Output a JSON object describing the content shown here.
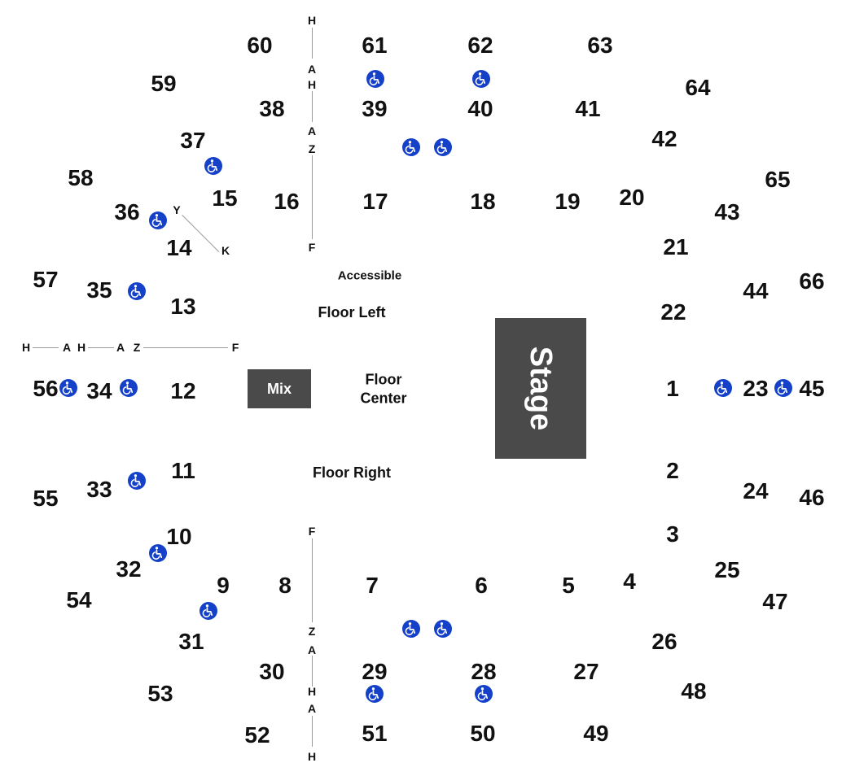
{
  "colors": {
    "stage_fill": "#4a4a4a",
    "mix_fill": "#4a4a4a",
    "accessible_icon": "#1540c8",
    "text": "#111111",
    "row_lines": "#9a9a9a"
  },
  "stage": {
    "label": "Stage"
  },
  "mix": {
    "label": "Mix"
  },
  "areas": {
    "accessible": "Accessible",
    "floor_left": "Floor Left",
    "floor_center": "Floor\nCenter",
    "floor_right": "Floor Right"
  },
  "sections": [
    "1",
    "2",
    "3",
    "4",
    "5",
    "6",
    "7",
    "8",
    "9",
    "10",
    "11",
    "12",
    "13",
    "14",
    "15",
    "16",
    "17",
    "18",
    "19",
    "20",
    "21",
    "22",
    "23",
    "24",
    "25",
    "26",
    "27",
    "28",
    "29",
    "30",
    "31",
    "32",
    "33",
    "34",
    "35",
    "36",
    "37",
    "38",
    "39",
    "40",
    "41",
    "42",
    "43",
    "44",
    "45",
    "46",
    "47",
    "48",
    "49",
    "50",
    "51",
    "52",
    "53",
    "54",
    "55",
    "56",
    "57",
    "58",
    "59",
    "60",
    "61",
    "62",
    "63",
    "64",
    "65",
    "66"
  ],
  "row_labels": [
    "H",
    "A",
    "H",
    "A",
    "Z",
    "F",
    "H",
    "A",
    "H",
    "A",
    "Z",
    "F",
    "Y",
    "K",
    "F",
    "Z",
    "A",
    "H",
    "A",
    "H"
  ],
  "accessible_icon": {
    "name": "wheelchair-icon",
    "count": 18
  }
}
